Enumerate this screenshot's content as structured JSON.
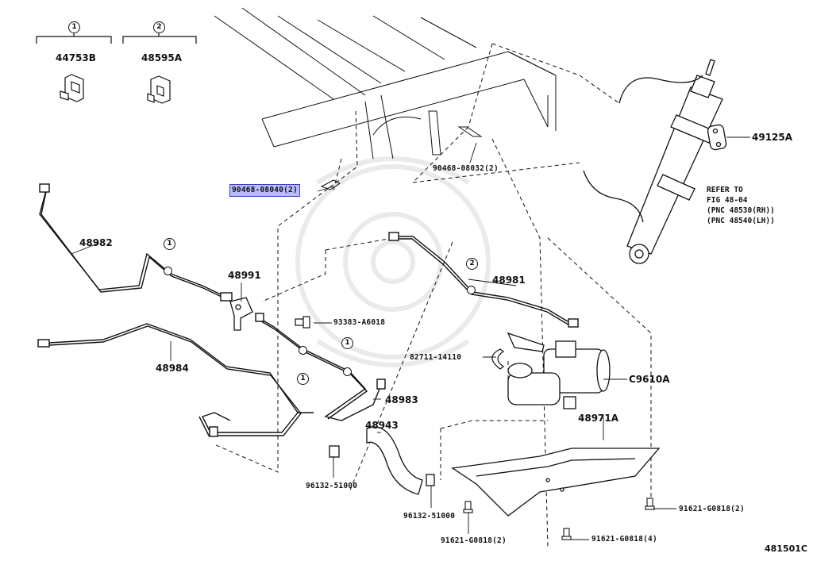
{
  "legend": [
    {
      "num": "1",
      "part": "44753B"
    },
    {
      "num": "2",
      "part": "48595A"
    }
  ],
  "parts": {
    "p49125A": "49125A",
    "p90468_08032": "90468-08032(2)",
    "p90468_08040": "90468-08040(2)",
    "p48982": "48982",
    "p48991": "48991",
    "p48981": "48981",
    "p93383": "93383-A6018",
    "p48984": "48984",
    "p82711": "82711-14110",
    "pC9610A": "C9610A",
    "p48983": "48983",
    "p48943": "48943",
    "p48971A": "48971A",
    "p96132_a": "96132-51000",
    "p96132_b": "96132-51000",
    "p91621_a": "91621-G0818(2)",
    "p91621_b": "91621-G0818(2)",
    "p91621_c": "91621-G0818(4)"
  },
  "reference": {
    "line1": "REFER TO",
    "line2": "FIG 48-04",
    "line3": "(PNC 48530(RH))",
    "line4": "(PNC 48540(LH))"
  },
  "callouts": {
    "one": "1",
    "two": "2"
  },
  "figure_id": "481501C",
  "colors": {
    "highlight": "#b9bbff",
    "ink": "#111111"
  }
}
